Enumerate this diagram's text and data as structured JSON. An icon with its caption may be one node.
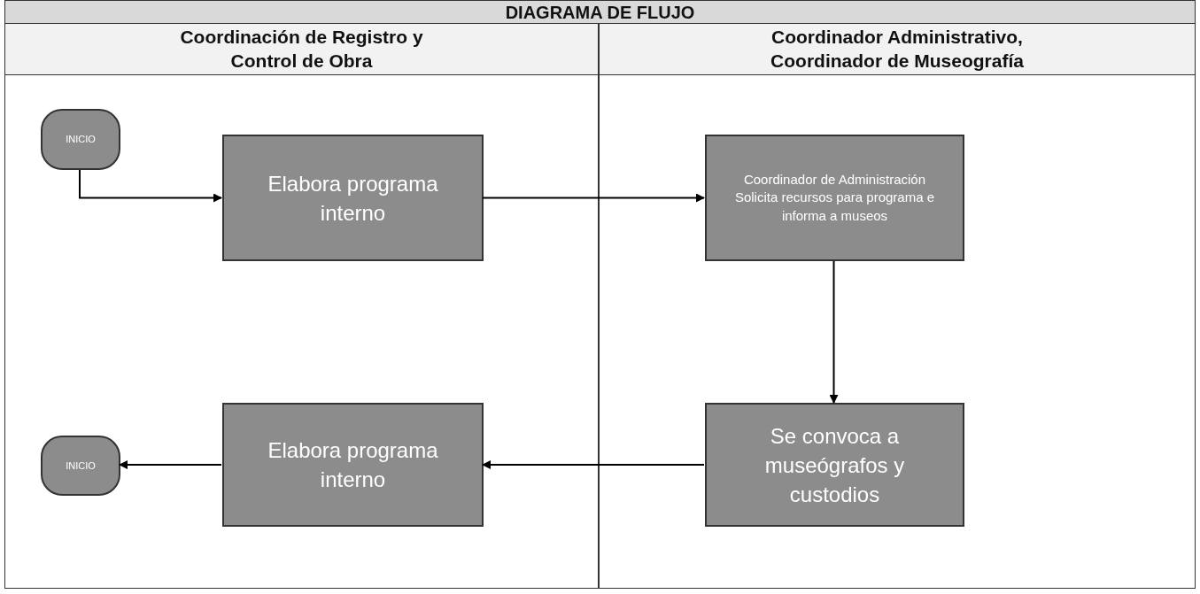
{
  "diagram": {
    "title": "DIAGRAMA DE FLUJO",
    "nodes": [
      {
        "text": [
          "Coordinación de Registro y Control de Obra"
        ]
      },
      {
        "text": [
          "Coordinador Administrativo, Coordinador de Museografía"
        ]
      },
      {
        "text": [
          "INICIO"
        ],
        "in": 0
      },
      {
        "text": [
          "Elabora programa interno"
        ],
        "in": 0
      },
      {
        "text": [
          "Coordinador de Administración Solicita recursos para programa e informa a museos"
        ],
        "in": 1
      },
      {
        "text": [
          "Se convoca a museógrafos y custodios"
        ],
        "in": 1
      },
      {
        "text": [
          "Elabora programa interno"
        ],
        "in": 0
      },
      {
        "text": [
          "INICIO"
        ],
        "in": 0
      }
    ],
    "edges": [
      {
        "from": 2,
        "to": 3,
        "arrow": "to"
      },
      {
        "from": 3,
        "to": 4,
        "arrow": "to"
      },
      {
        "from": 4,
        "to": 5,
        "arrow": "to"
      },
      {
        "from": 5,
        "to": 6,
        "arrow": "to"
      },
      {
        "from": 6,
        "to": 7,
        "arrow": "to"
      }
    ]
  }
}
